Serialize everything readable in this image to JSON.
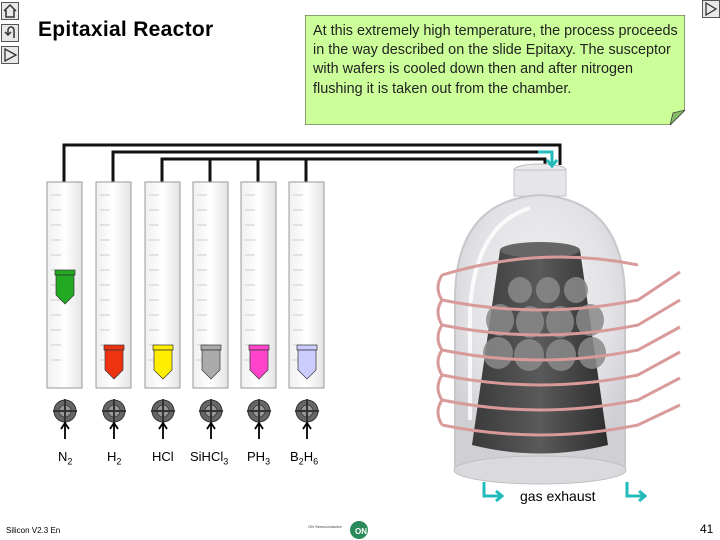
{
  "title": "Epitaxial Reactor",
  "note": "At this extremely high temperature, the process proceeds in the way described on the slide Epitaxy. The susceptor with wafers is cooled down then and after nitrogen flushing it is taken out from the chamber.",
  "gases": [
    {
      "pre": "N",
      "sub": "2",
      "post": "",
      "sub2": "",
      "color": "#22aa22"
    },
    {
      "pre": "H",
      "sub": "2",
      "post": "",
      "sub2": "",
      "color": "#ee3311"
    },
    {
      "pre": "HCl",
      "sub": "",
      "post": "",
      "sub2": "",
      "color": "#ffee00"
    },
    {
      "pre": "SiHCl",
      "sub": "3",
      "post": "",
      "sub2": "",
      "color": "#aaaaaa"
    },
    {
      "pre": "PH",
      "sub": "3",
      "post": "",
      "sub2": "",
      "color": "#ff44cc"
    },
    {
      "pre": "B",
      "sub": "2",
      "post": "H",
      "sub2": "6",
      "color": "#ccccff"
    }
  ],
  "exhaust_label": "gas exhaust",
  "footer_left": "Silicon V2.3 En",
  "footer_logo_text": "ON Semiconductor",
  "page_number": "41",
  "nav_icons": [
    "home-icon",
    "return-icon",
    "previous-icon"
  ],
  "colors": {
    "note_bg": "#ccff99",
    "coil": "#e0a0a0",
    "accent_arrow": "#22bbbb"
  }
}
